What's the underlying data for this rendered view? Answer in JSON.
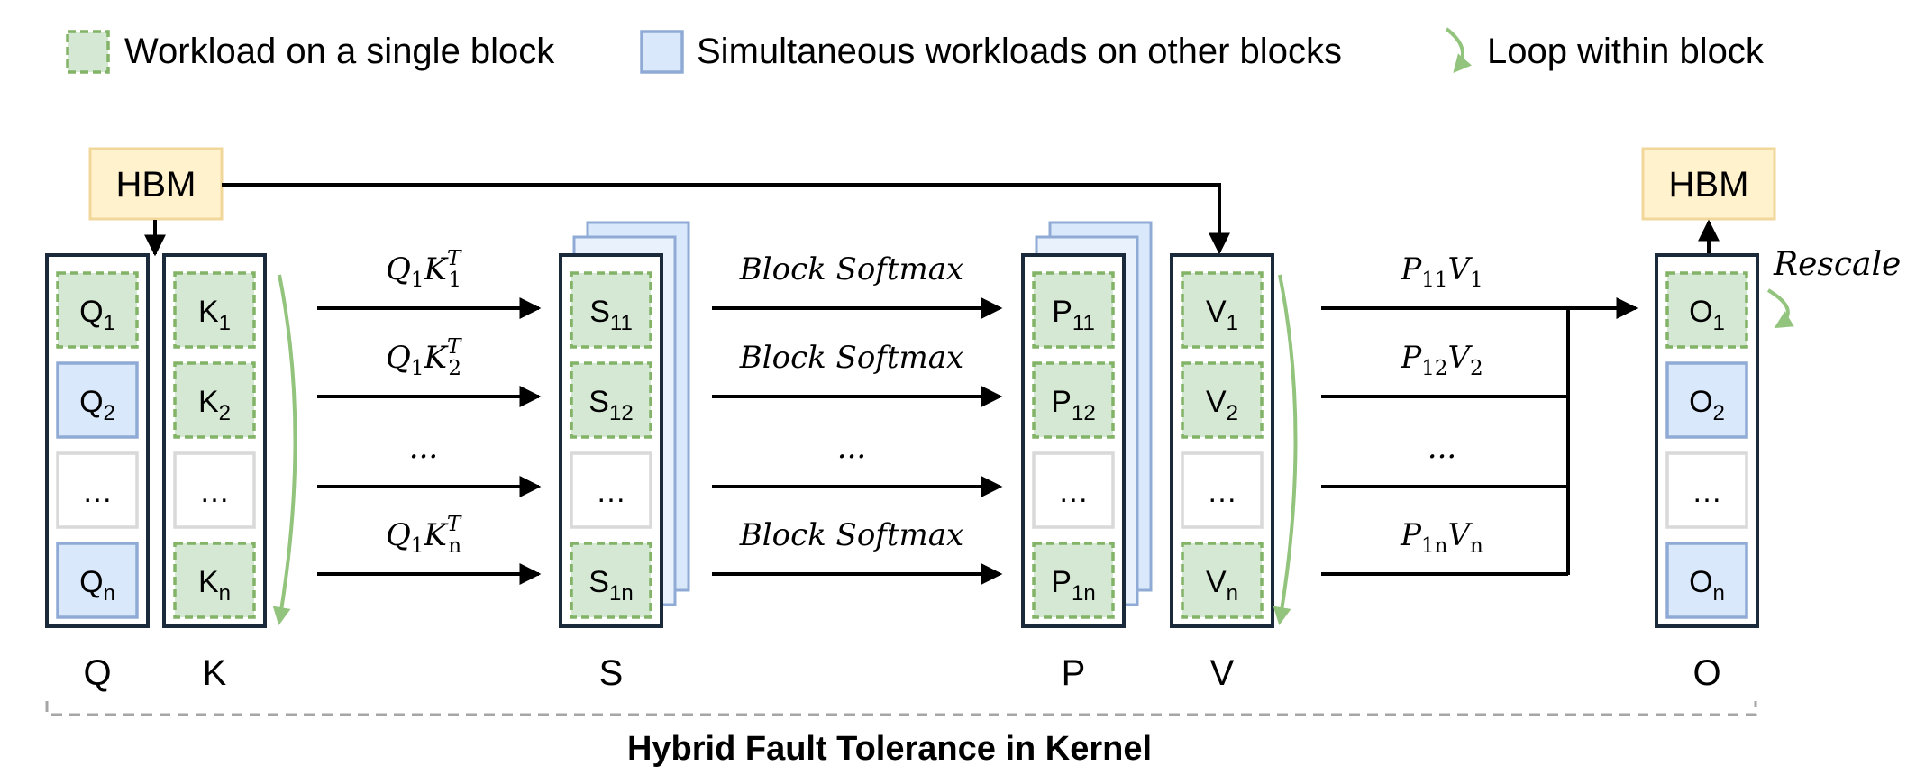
{
  "legend": {
    "single_block": "Workload on a single block",
    "other_blocks": "Simultaneous workloads on other blocks",
    "loop": "Loop within block"
  },
  "hbm": {
    "input": "HBM",
    "output": "HBM"
  },
  "rescale": "Rescale",
  "columns": {
    "Q": {
      "label": "Q",
      "cells": [
        {
          "base": "Q",
          "sub": "1"
        },
        {
          "base": "Q",
          "sub": "2"
        },
        {
          "base": "…",
          "sub": ""
        },
        {
          "base": "Q",
          "sub": "n"
        }
      ]
    },
    "K": {
      "label": "K",
      "cells": [
        {
          "base": "K",
          "sub": "1"
        },
        {
          "base": "K",
          "sub": "2"
        },
        {
          "base": "…",
          "sub": ""
        },
        {
          "base": "K",
          "sub": "n"
        }
      ]
    },
    "S": {
      "label": "S",
      "cells": [
        {
          "base": "S",
          "sub": "11"
        },
        {
          "base": "S",
          "sub": "12"
        },
        {
          "base": "…",
          "sub": ""
        },
        {
          "base": "S",
          "sub": "1n"
        }
      ]
    },
    "P": {
      "label": "P",
      "cells": [
        {
          "base": "P",
          "sub": "11"
        },
        {
          "base": "P",
          "sub": "12"
        },
        {
          "base": "…",
          "sub": ""
        },
        {
          "base": "P",
          "sub": "1n"
        }
      ]
    },
    "V": {
      "label": "V",
      "cells": [
        {
          "base": "V",
          "sub": "1"
        },
        {
          "base": "V",
          "sub": "2"
        },
        {
          "base": "…",
          "sub": ""
        },
        {
          "base": "V",
          "sub": "n"
        }
      ]
    },
    "O": {
      "label": "O",
      "cells": [
        {
          "base": "O",
          "sub": "1"
        },
        {
          "base": "O",
          "sub": "2"
        },
        {
          "base": "…",
          "sub": ""
        },
        {
          "base": "O",
          "sub": "n"
        }
      ]
    }
  },
  "arrows": {
    "qk": [
      {
        "text": "Q",
        "sub": "1",
        "base2": "K",
        "sub2": "1",
        "sup2": "T"
      },
      {
        "text": "Q",
        "sub": "1",
        "base2": "K",
        "sub2": "2",
        "sup2": "T"
      },
      {
        "text": "...",
        "sub": "",
        "base2": "",
        "sub2": "",
        "sup2": ""
      },
      {
        "text": "Q",
        "sub": "1",
        "base2": "K",
        "sub2": "n",
        "sup2": "T"
      }
    ],
    "softmax": [
      "Block Softmax",
      "Block Softmax",
      "...",
      "Block Softmax"
    ],
    "pv": [
      {
        "text": "P",
        "sub": "11",
        "base2": "V",
        "sub2": "1"
      },
      {
        "text": "P",
        "sub": "12",
        "base2": "V",
        "sub2": "2"
      },
      {
        "text": "...",
        "sub": "",
        "base2": "",
        "sub2": ""
      },
      {
        "text": "P",
        "sub": "1n",
        "base2": "V",
        "sub2": "n"
      }
    ]
  },
  "footer": "Hybrid Fault Tolerance in Kernel",
  "colors": {
    "green_fill": "#d5e8d4",
    "green_border": "#82b366",
    "blue_fill": "#dae8fc",
    "blue_border": "#8fabd5",
    "hbm_fill": "#fff2cc",
    "hbm_border": "#f2d79b",
    "frame": "#1a2a3a",
    "grey": "#a6a6a6"
  }
}
